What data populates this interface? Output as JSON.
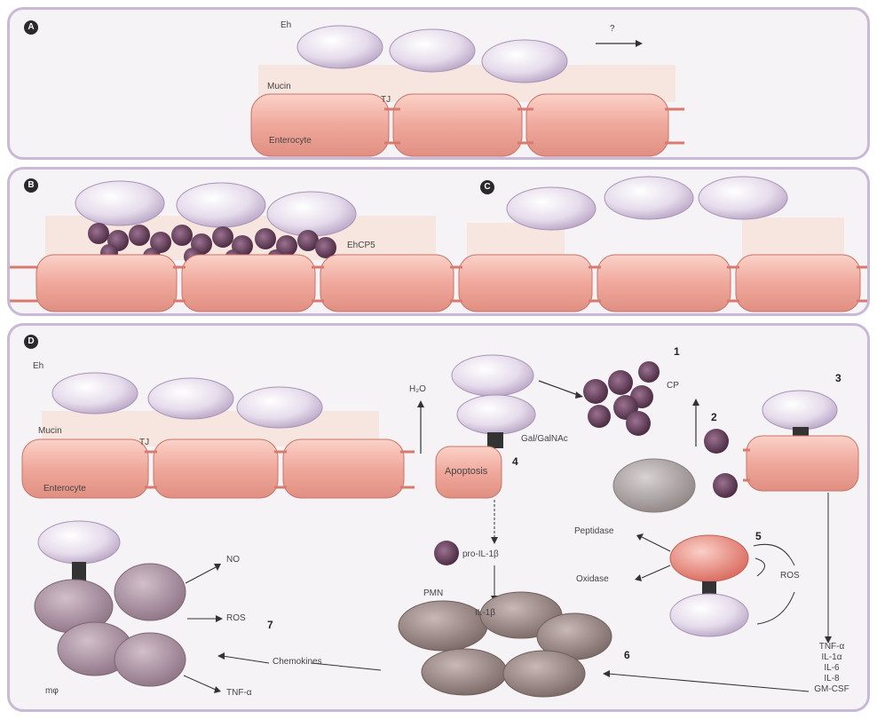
{
  "panels": {
    "a": {
      "letter": "A",
      "eh_label": "Eh",
      "question_label": "?",
      "mucin_label": "Mucin",
      "tj_label": "TJ",
      "enterocyte_label": "Enterocyte"
    },
    "b": {
      "letter": "B",
      "ehcp5_label": "EhCP5"
    },
    "c": {
      "letter": "C"
    },
    "d": {
      "letter": "D",
      "eh_label": "Eh",
      "mucin_label": "Mucin",
      "tj_label": "TJ",
      "enterocyte_label": "Enterocyte",
      "h2o_label": "H₂O",
      "galgalnac_label": "Gal/GalNAc",
      "apoptosis_label": "Apoptosis",
      "cp_label": "CP",
      "pro_il1b_label": "pro-IL-1β",
      "il1b_label": "IL-1β",
      "peptidase_label": "Peptidase",
      "oxidase_label": "Oxidase",
      "ros_right_label": "ROS",
      "pmn_label": "PMN",
      "no_label": "NO",
      "ros_left_label": "ROS",
      "chemokines_label": "Chemokines",
      "tnf_left_label": "TNF-α",
      "mphi_label": "mφ",
      "cytokines": [
        "TNF-α",
        "IL-1α",
        "IL-6",
        "IL-8",
        "GM-CSF"
      ],
      "step_numbers": [
        "1",
        "2",
        "3",
        "4",
        "5",
        "6",
        "7"
      ]
    }
  },
  "colors": {
    "panel_bg": "#f6f3f7",
    "panel_border": "#c9b8d6",
    "trophozoite": "#e6dcec",
    "enterocyte": "#f0a89c",
    "protease": "#6b4460",
    "mucin": "#f7e6df",
    "pmn": "#8e7d7c",
    "macrophage": "#a58d9c",
    "tj": "#d87a6e"
  }
}
